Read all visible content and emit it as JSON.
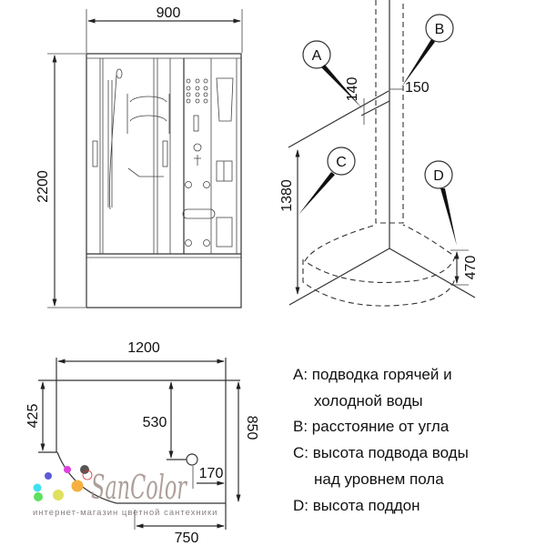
{
  "front_view": {
    "width_label": "900",
    "height_label": "2200"
  },
  "iso_view": {
    "markers": [
      "A",
      "B",
      "C",
      "D"
    ],
    "dim_a": "140",
    "dim_b": "150",
    "dim_c": "1380",
    "dim_d": "470"
  },
  "plan_view": {
    "width_label": "1200",
    "depth_label": "850",
    "left_label": "425",
    "drain_y_label": "530",
    "drain_x_label": "170",
    "bottom_label": "750"
  },
  "legend": {
    "a1": "A: подводка горячей и",
    "a2": "холодной воды",
    "b": "B: расстояние от угла",
    "c1": "C: высота подвода воды",
    "c2": "над  уровнем пола",
    "d": "D: высота поддон"
  },
  "logo": {
    "name": "SanColor",
    "tagline": "интернет-магазин цветной сантехники",
    "dot_colors": [
      "#5b5bd6",
      "#e040e0",
      "#555555",
      "#40e0f0",
      "#f5b040",
      "#60e060",
      "#e0e060"
    ]
  }
}
